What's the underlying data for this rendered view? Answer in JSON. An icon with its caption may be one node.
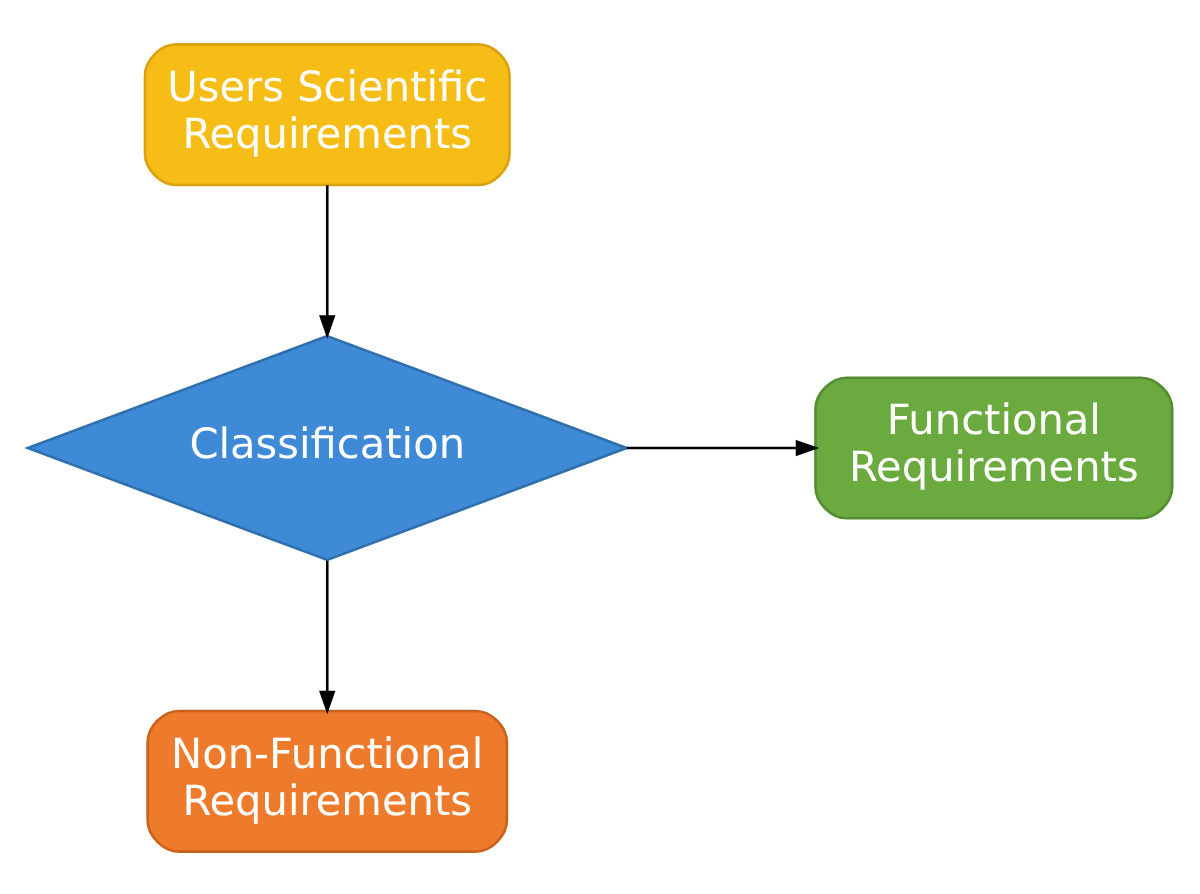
{
  "diagram": {
    "nodes": [
      {
        "text": [
          "Users Scientific Requirements"
        ]
      },
      {
        "text": [
          "Classification"
        ]
      },
      {
        "text": [
          "Functional Requirements"
        ]
      },
      {
        "text": [
          "Non-Functional Requirements"
        ]
      }
    ],
    "edges": [
      {
        "from": 0,
        "to": 1,
        "arrow": "to"
      },
      {
        "from": 1,
        "to": 2,
        "arrow": "to"
      },
      {
        "from": 1,
        "to": 3,
        "arrow": "to"
      }
    ]
  }
}
